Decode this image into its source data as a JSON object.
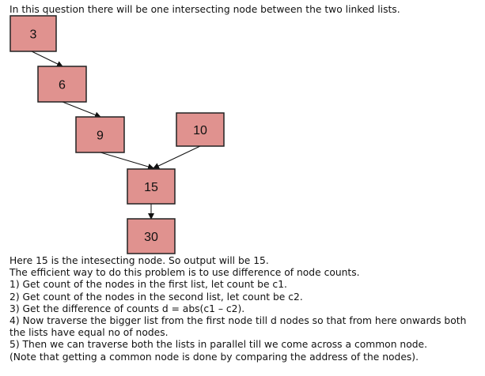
{
  "intro": "In this question there will be one intersecting node between the two linked lists.",
  "nodes": [
    {
      "id": "n3",
      "value": "3"
    },
    {
      "id": "n6",
      "value": "6"
    },
    {
      "id": "n9",
      "value": "9"
    },
    {
      "id": "n10",
      "value": "10"
    },
    {
      "id": "n15",
      "value": "15"
    },
    {
      "id": "n30",
      "value": "30"
    }
  ],
  "edges": [
    {
      "from": "n3",
      "to": "n6"
    },
    {
      "from": "n6",
      "to": "n9"
    },
    {
      "from": "n9",
      "to": "n15"
    },
    {
      "from": "n10",
      "to": "n15"
    },
    {
      "from": "n15",
      "to": "n30"
    }
  ],
  "colors": {
    "node_fill": "#e0928f",
    "node_stroke": "#222222",
    "edge": "#111111"
  },
  "explanation": [
    "Here 15 is the intesecting node. So output will be 15.",
    "The efficient way to do this problem is to use difference of node counts.",
    "1) Get count of the nodes in the first list, let count be c1.",
    "2) Get count of the nodes in the second list, let count be c2.",
    "3) Get the difference of counts d = abs(c1 – c2).",
    "4) Now traverse the bigger list from the first node till d nodes so that from here onwards both the lists have equal no of nodes.",
    "5) Then we can traverse both the lists in parallel till we come across a common node.",
    "(Note that getting a common node is done by comparing the address of the nodes)."
  ]
}
